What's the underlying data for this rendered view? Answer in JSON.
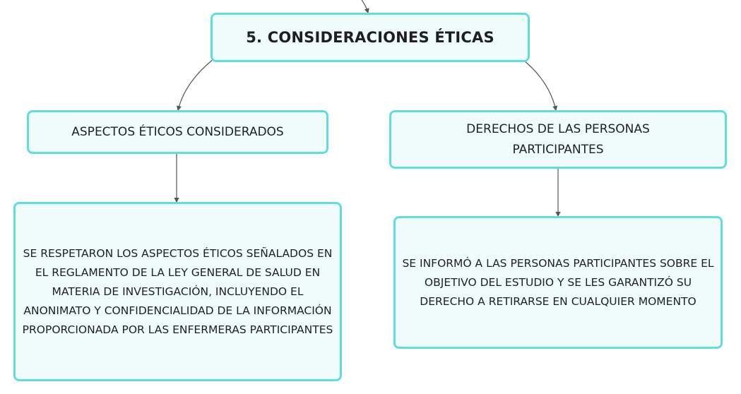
{
  "diagram": {
    "title": "5. CONSIDERACIONES ÉTICAS",
    "branches": [
      {
        "label": "ASPECTOS ÉTICOS CONSIDERADOS",
        "detail": "SE RESPETARON LOS ASPECTOS ÉTICOS SEÑALADOS EN EL REGLAMENTO DE LA LEY GENERAL DE SALUD EN MATERIA DE INVESTIGACIÓN, INCLUYENDO EL ANONIMATO Y CONFIDENCIALIDAD DE LA INFORMACIÓN PROPORCIONADA POR LAS ENFERMERAS PARTICIPANTES"
      },
      {
        "label": "DERECHOS DE LAS PERSONAS PARTICIPANTES",
        "detail": "SE INFORMÓ A LAS PERSONAS PARTICIPANTES SOBRE EL OBJETIVO DEL ESTUDIO Y SE LES GARANTIZÓ SU DERECHO A RETIRARSE EN CUALQUIER MOMENTO"
      }
    ]
  },
  "colors": {
    "node_border": "#5fdde0",
    "node_fill": "#f0fcfc",
    "connector": "#555555",
    "text": "#1f1f1f"
  }
}
